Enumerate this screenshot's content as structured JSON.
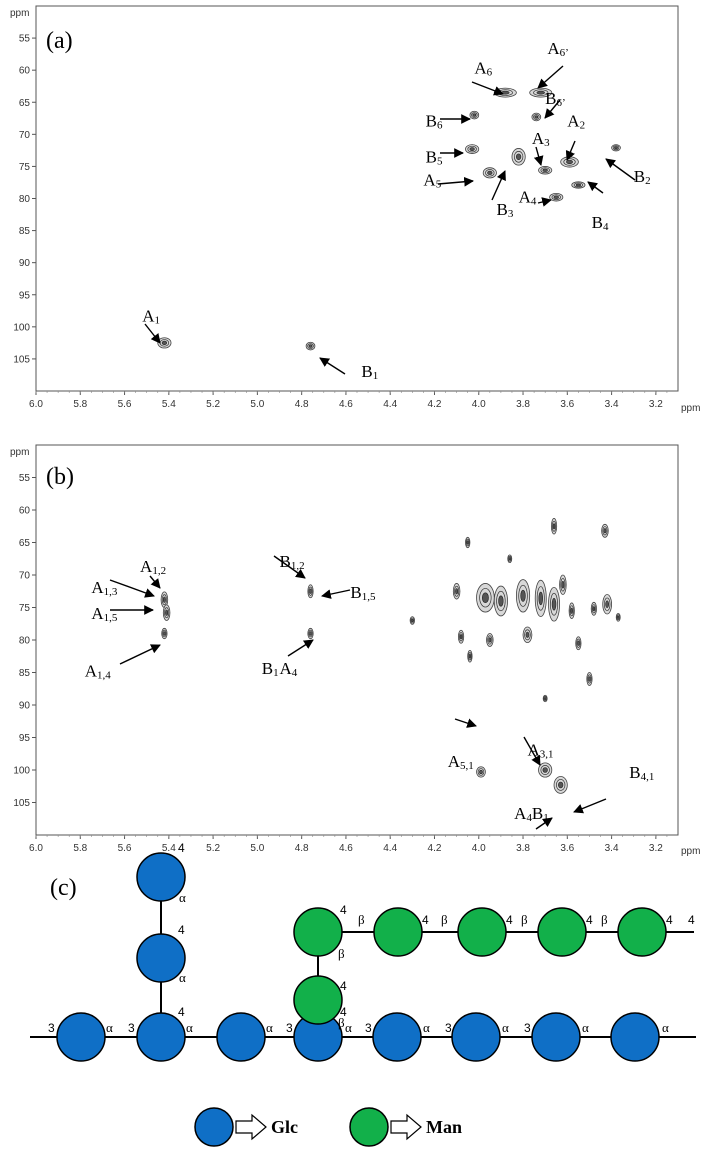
{
  "chart_data": [
    {
      "type": "scatter",
      "panel": "(a)",
      "x_unit_label": "ppm",
      "y_unit_label": "ppm",
      "xlim": [
        6.0,
        3.1
      ],
      "ylim": [
        50,
        110
      ],
      "x_ticks": [
        "6.0",
        "5.8",
        "5.6",
        "5.4",
        "5.2",
        "5.0",
        "4.8",
        "4.6",
        "4.4",
        "4.2",
        "4.0",
        "3.8",
        "3.6",
        "3.4",
        "3.2"
      ],
      "y_ticks": [
        "55",
        "60",
        "65",
        "70",
        "75",
        "80",
        "85",
        "90",
        "95",
        "100",
        "105"
      ],
      "peaks": [
        {
          "x": 5.42,
          "y": 102.5,
          "rx": 0.03,
          "ry": 0.8
        },
        {
          "x": 4.76,
          "y": 103.0,
          "rx": 0.02,
          "ry": 0.6
        },
        {
          "x": 3.88,
          "y": 63.5,
          "rx": 0.05,
          "ry": 0.7
        },
        {
          "x": 3.72,
          "y": 63.5,
          "rx": 0.05,
          "ry": 0.7
        },
        {
          "x": 3.74,
          "y": 67.3,
          "rx": 0.02,
          "ry": 0.6
        },
        {
          "x": 4.02,
          "y": 67.0,
          "rx": 0.02,
          "ry": 0.6
        },
        {
          "x": 4.03,
          "y": 72.3,
          "rx": 0.03,
          "ry": 0.7
        },
        {
          "x": 3.82,
          "y": 73.5,
          "rx": 0.03,
          "ry": 1.3
        },
        {
          "x": 3.7,
          "y": 75.6,
          "rx": 0.03,
          "ry": 0.6
        },
        {
          "x": 3.59,
          "y": 74.3,
          "rx": 0.04,
          "ry": 0.8
        },
        {
          "x": 3.38,
          "y": 72.1,
          "rx": 0.02,
          "ry": 0.5
        },
        {
          "x": 3.95,
          "y": 76.0,
          "rx": 0.03,
          "ry": 0.8
        },
        {
          "x": 3.65,
          "y": 79.8,
          "rx": 0.03,
          "ry": 0.6
        },
        {
          "x": 3.55,
          "y": 77.9,
          "rx": 0.03,
          "ry": 0.5
        }
      ],
      "annotations": [
        {
          "main": "A",
          "sub": "1",
          "x": 5.52,
          "y": 99.2
        },
        {
          "main": "B",
          "sub": "1",
          "x": 4.53,
          "y": 107.8
        },
        {
          "main": "A",
          "sub": "6",
          "x": 4.02,
          "y": 60.5
        },
        {
          "main": "A",
          "sub": "6’",
          "x": 3.69,
          "y": 57.5
        },
        {
          "main": "B",
          "sub": "6’",
          "x": 3.7,
          "y": 65.3
        },
        {
          "main": "B",
          "sub": "6",
          "x": 4.24,
          "y": 68.8
        },
        {
          "main": "B",
          "sub": "5",
          "x": 4.24,
          "y": 74.4
        },
        {
          "main": "A",
          "sub": "3",
          "x": 3.76,
          "y": 71.5
        },
        {
          "main": "A",
          "sub": "2",
          "x": 3.6,
          "y": 68.8
        },
        {
          "main": "B",
          "sub": "2",
          "x": 3.3,
          "y": 77.4
        },
        {
          "main": "A",
          "sub": "5",
          "x": 4.25,
          "y": 78.0
        },
        {
          "main": "B",
          "sub": "3",
          "x": 3.92,
          "y": 82.6
        },
        {
          "main": "A",
          "sub": "4",
          "x": 3.82,
          "y": 80.6
        },
        {
          "main": "B",
          "sub": "4",
          "x": 3.49,
          "y": 84.6
        }
      ]
    },
    {
      "type": "scatter",
      "panel": "(b)",
      "x_unit_label": "ppm",
      "y_unit_label": "ppm",
      "xlim": [
        6.0,
        3.1
      ],
      "ylim": [
        50,
        110
      ],
      "x_ticks": [
        "6.0",
        "5.8",
        "5.6",
        "5.4",
        "5.2",
        "5.0",
        "4.8",
        "4.6",
        "4.4",
        "4.2",
        "4.0",
        "3.8",
        "3.6",
        "3.4",
        "3.2"
      ],
      "y_ticks": [
        "55",
        "60",
        "65",
        "70",
        "75",
        "80",
        "85",
        "90",
        "95",
        "100",
        "105"
      ],
      "peaks": [
        {
          "x": 5.42,
          "y": 73.8,
          "rx": 0.015,
          "ry": 1.2
        },
        {
          "x": 5.41,
          "y": 75.8,
          "rx": 0.015,
          "ry": 1.2
        },
        {
          "x": 5.42,
          "y": 79.0,
          "rx": 0.012,
          "ry": 0.8
        },
        {
          "x": 4.76,
          "y": 72.5,
          "rx": 0.012,
          "ry": 1.0
        },
        {
          "x": 4.76,
          "y": 79.0,
          "rx": 0.012,
          "ry": 0.8
        },
        {
          "x": 3.99,
          "y": 100.3,
          "rx": 0.02,
          "ry": 0.8
        },
        {
          "x": 3.7,
          "y": 100.0,
          "rx": 0.03,
          "ry": 1.1
        },
        {
          "x": 3.63,
          "y": 102.3,
          "rx": 0.03,
          "ry": 1.3
        },
        {
          "x": 3.66,
          "y": 62.5,
          "rx": 0.012,
          "ry": 1.2
        },
        {
          "x": 3.43,
          "y": 63.2,
          "rx": 0.015,
          "ry": 1.0
        },
        {
          "x": 3.5,
          "y": 86.0,
          "rx": 0.012,
          "ry": 1.0
        },
        {
          "x": 4.3,
          "y": 77.0,
          "rx": 0.01,
          "ry": 0.6
        },
        {
          "x": 4.1,
          "y": 72.5,
          "rx": 0.015,
          "ry": 1.2
        },
        {
          "x": 4.08,
          "y": 79.5,
          "rx": 0.012,
          "ry": 1.0
        },
        {
          "x": 4.05,
          "y": 65.0,
          "rx": 0.01,
          "ry": 0.8
        },
        {
          "x": 4.04,
          "y": 82.5,
          "rx": 0.01,
          "ry": 0.9
        },
        {
          "x": 3.97,
          "y": 73.5,
          "rx": 0.04,
          "ry": 2.2
        },
        {
          "x": 3.95,
          "y": 80.0,
          "rx": 0.015,
          "ry": 1.0
        },
        {
          "x": 3.9,
          "y": 74.0,
          "rx": 0.03,
          "ry": 2.3
        },
        {
          "x": 3.86,
          "y": 67.5,
          "rx": 0.008,
          "ry": 0.6
        },
        {
          "x": 3.8,
          "y": 73.2,
          "rx": 0.03,
          "ry": 2.5
        },
        {
          "x": 3.78,
          "y": 79.2,
          "rx": 0.02,
          "ry": 1.2
        },
        {
          "x": 3.72,
          "y": 73.6,
          "rx": 0.025,
          "ry": 2.8
        },
        {
          "x": 3.66,
          "y": 74.5,
          "rx": 0.025,
          "ry": 2.6
        },
        {
          "x": 3.62,
          "y": 71.5,
          "rx": 0.015,
          "ry": 1.5
        },
        {
          "x": 3.58,
          "y": 75.5,
          "rx": 0.012,
          "ry": 1.2
        },
        {
          "x": 3.55,
          "y": 80.5,
          "rx": 0.012,
          "ry": 1.0
        },
        {
          "x": 3.48,
          "y": 75.2,
          "rx": 0.012,
          "ry": 1.0
        },
        {
          "x": 3.42,
          "y": 74.5,
          "rx": 0.02,
          "ry": 1.5
        },
        {
          "x": 3.37,
          "y": 76.5,
          "rx": 0.008,
          "ry": 0.6
        },
        {
          "x": 3.7,
          "y": 89.0,
          "rx": 0.006,
          "ry": 0.5
        }
      ],
      "annotations": [
        {
          "main": "A",
          "sub": "1,3",
          "x": 5.75,
          "y": 72.8
        },
        {
          "main": "A",
          "sub": "1,2",
          "x": 5.53,
          "y": 69.5
        },
        {
          "main": "A",
          "sub": "1,5",
          "x": 5.75,
          "y": 76.8
        },
        {
          "main": "A",
          "sub": "1,4",
          "x": 5.78,
          "y": 85.6
        },
        {
          "main": "B",
          "sub": "1,2",
          "x": 4.9,
          "y": 68.8
        },
        {
          "main": "B",
          "sub": "1,5",
          "x": 4.58,
          "y": 73.5
        },
        {
          "main": "B",
          "sub": "1",
          "x": 4.98,
          "y": 85.2
        },
        {
          "main": "A",
          "sub": "4",
          "x": 4.9,
          "y": 85.2
        },
        {
          "main": "A",
          "sub": "5,1",
          "x": 4.14,
          "y": 99.5
        },
        {
          "main": "A",
          "sub": "3,1",
          "x": 3.78,
          "y": 97.8
        },
        {
          "main": "B",
          "sub": "4,1",
          "x": 3.32,
          "y": 101.2
        },
        {
          "main": "A",
          "sub": "4",
          "x": 3.84,
          "y": 107.5
        },
        {
          "main": "B",
          "sub": "1",
          "x": 3.76,
          "y": 107.5
        }
      ]
    }
  ],
  "panels": {
    "a": {
      "label": "(a)"
    },
    "b": {
      "label": "(b)"
    },
    "c": {
      "label": "(c)"
    }
  },
  "structure": {
    "linkage_numbers": [
      "3",
      "3",
      "3",
      "3",
      "3",
      "3",
      "4",
      "4",
      "4",
      "4",
      "4",
      "4",
      "4",
      "4",
      "4",
      "4",
      "4"
    ],
    "alpha": "α",
    "beta": "β",
    "colors": {
      "glc": "#0f6fc6",
      "man": "#12b04a"
    }
  },
  "legend": {
    "glc_label": "Glc",
    "man_label": "Man"
  }
}
